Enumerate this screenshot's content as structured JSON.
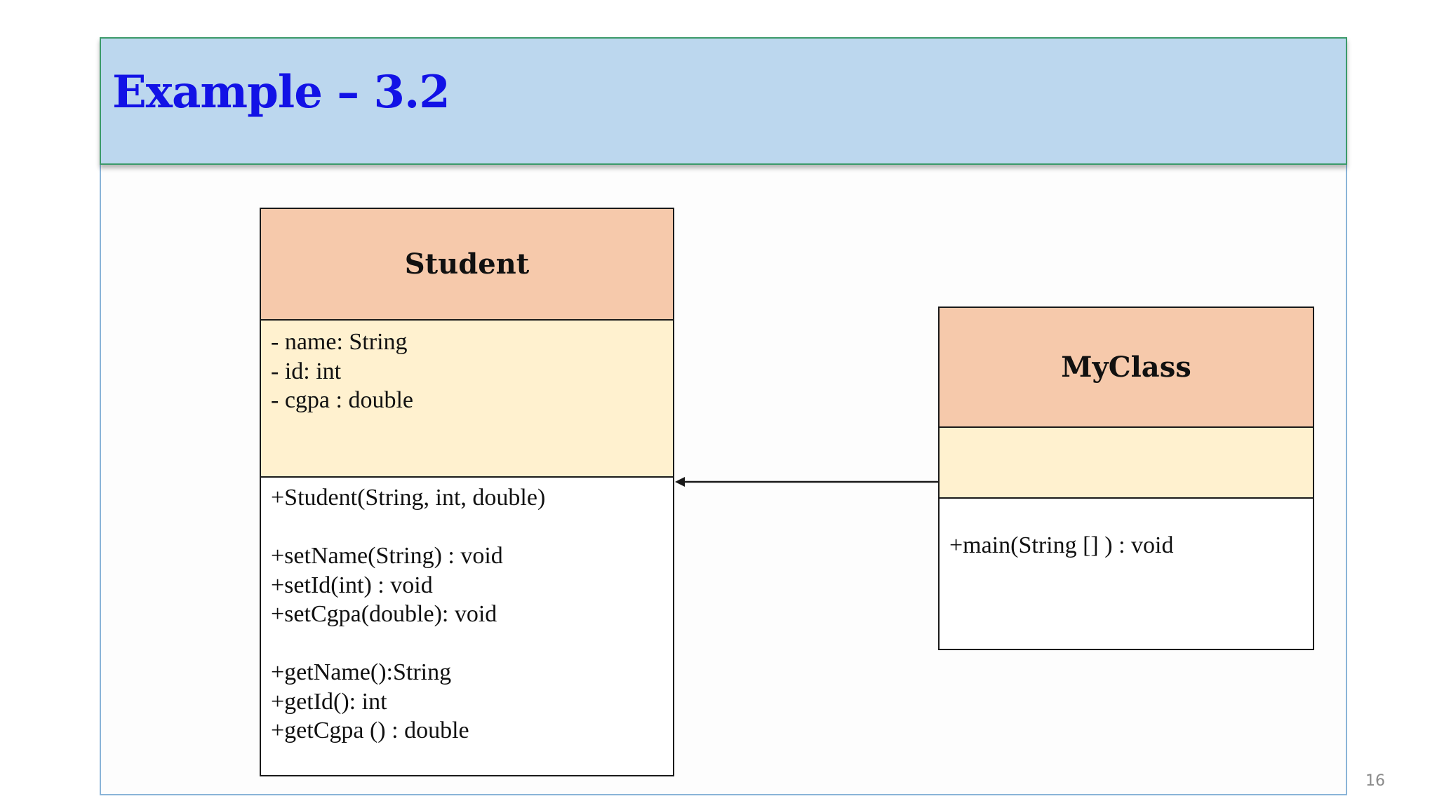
{
  "slide": {
    "title": "Example – 3.2",
    "page_number": "16"
  },
  "diagram": {
    "classes": [
      {
        "name": "Student",
        "attributes": [
          "- name: String",
          "- id: int",
          "- cgpa : double"
        ],
        "methods": [
          "+Student(String, int, double)",
          "",
          "+setName(String) : void",
          "+setId(int) : void",
          "+setCgpa(double): void",
          "",
          "+getName():String",
          "+getId(): int",
          "+getCgpa () : double"
        ]
      },
      {
        "name": "MyClass",
        "attributes": [],
        "methods": [
          "+main(String [] ) : void"
        ]
      }
    ],
    "relationships": [
      {
        "from": "MyClass",
        "to": "Student",
        "type": "association-arrow"
      }
    ]
  },
  "colors": {
    "title_text": "#1212e6",
    "title_banner": "#bcd7ee",
    "class_header": "#f6c9ab",
    "class_attributes": "#fff1cf"
  }
}
